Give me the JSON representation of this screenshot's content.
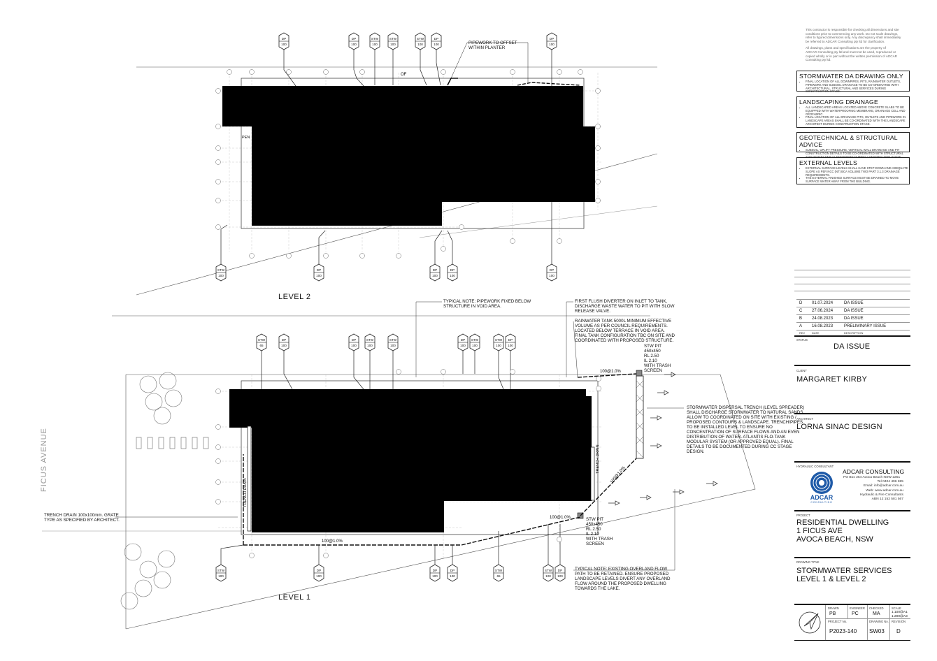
{
  "disclaimer": [
    "This contractor is responsible for checking all dimensions and site",
    "conditions prior to commencing any work. Do not scale drawings,",
    "refer to figured dimensions only. Any discrepancy shall immediately",
    "be referred to ADCAR Consulting pty ltd for clarification.",
    "All drawings, plans and specifications are the property of",
    "ADCAR Consulting pty ltd and must not be used, reproduced or",
    "copied wholly or in part without the written permission of ADCAR",
    "Consulting pty ltd."
  ],
  "notes_boxes": [
    {
      "title": "STORMWATER DA DRAWING ONLY",
      "items": [
        "FINAL LOCATION OF ALL DOWNPIPES, PITS, RAINWATER OUTLETS, PIPEWORK AND SUBSOIL DRAINAGE TO BE CO-ORDINATED WITH ARCHITECTURAL, STRUCTURAL AND SERVICES DURING CONSTRUCTION STAGE."
      ]
    },
    {
      "title": "LANDSCAPING DRAINAGE",
      "items": [
        "ALL LANDSCAPED AREAS LOCATED ABOVE CONCRETE SLABS TO BE EQUIPPED WITH WATERPROOFING MEMBRANE, DRAINAGE CELL AND GEOFABRIC.",
        "FINAL LOCATION OF ALL DRAINAGE PITS, OUTLETS AND PIPEWORK IN LANDSCAPE AREAS SHALL BE CO-ORDINATED WITH THE LANDSCAPE ARCHITECT DURING CONSTRUCTION STAGE."
      ]
    },
    {
      "title": "GEOTECHNICAL & STRUCTURAL ADVICE",
      "items": [
        "SUBSOIL, UPLIFT PRESSURE, VERTICAL WALL DRAINAGE AND PIT CONSTRUCTION DETAILS TO BE CO-ORDINATED WITH STRUCTURAL AND GEOTECHNICAL ENGINEERS DURING CONSTRUCTION STAGE."
      ]
    },
    {
      "title": "EXTERNAL LEVELS",
      "items": [
        "EXTERNAL SURFACE LEVELS SHALL HAVE STEP DOWN AND ADEQUATE SLOPE AS PER NCC (NT) BCA VOLUME TWO PART 3.1.3 DRAINAGE REQUIREMENTS.",
        "THE EXTERNAL FINISHED SURFACE MUST BE DRAINED TO MOVE SURFACE WATER AWAY FROM THE BUILDING."
      ]
    }
  ],
  "revisions": {
    "headers": {
      "rev": "REV",
      "date": "DATE",
      "desc": "DESCRIPTION"
    },
    "rows": [
      {
        "rev": "D",
        "date": "01.07.2024",
        "desc": "DA ISSUE"
      },
      {
        "rev": "C",
        "date": "27.06.2024",
        "desc": "DA ISSUE"
      },
      {
        "rev": "B",
        "date": "24.08.2023",
        "desc": "DA ISSUE"
      },
      {
        "rev": "A",
        "date": "16.08.2023",
        "desc": "PRELIMINARY ISSUE"
      }
    ]
  },
  "status": {
    "label": "STATUS",
    "value": "DA ISSUE"
  },
  "client": {
    "label": "CLIENT",
    "value": "MARGARET KIRBY"
  },
  "architect": {
    "label": "ARCHITECT",
    "value": "LORNA SINAC DESIGN"
  },
  "consultant": {
    "label": "HYDRAULIC CONSULTANT",
    "name": "ADCAR CONSULTING",
    "logo_text": "ADCAR",
    "logo_sub": "CONSULTING",
    "lines": [
      "PO Box 254 Avoca Beach NSW 2251",
      "Tel 0404 496 695",
      "Email: info@adcar.com.au",
      "Web: www.adcar.com.au",
      "Hydraulic & Fire Consultants",
      "ABN 12 152 581 567"
    ],
    "color": "#1e5aa8"
  },
  "project": {
    "label": "PROJECT",
    "lines": [
      "RESIDENTIAL DWELLING",
      "1 FICUS AVE",
      "AVOCA BEACH, NSW"
    ]
  },
  "drawing_title": {
    "label": "DRAWING TITLE",
    "lines": [
      "STORMWATER SERVICES",
      "LEVEL 1 & LEVEL 2"
    ]
  },
  "signoff": {
    "drawn_label": "DRAWN",
    "drawn": "PB",
    "engineer_label": "ENGINEER",
    "engineer": "PC",
    "checked_label": "CHECKED",
    "checked": "MA",
    "scale_label": "SCALE",
    "scale1": "1:100@A1",
    "scale2": "1:200@A3",
    "project_no_label": "PROJECT No.",
    "project_no": "P2023-140",
    "drawing_no_label": "DRAWING No.",
    "drawing_no": "SW03",
    "revision_label": "REVISION",
    "revision": "D"
  },
  "plan": {
    "level2_title": "LEVEL 2",
    "level1_title": "LEVEL 1",
    "street": "FICUS AVENUE",
    "note_pipework_offset": [
      "PIPEWORK TO OFFSET",
      "WITHIN PLANTER"
    ],
    "note_typical_pipework": [
      "TYPICAL NOTE: PIPEWORK FIXED BELOW",
      "STRUCTURE IN VOID AREA."
    ],
    "note_first_flush": [
      "FIRST FLUSH DIVERTER ON INLET TO TANK,",
      "DISCHARGE WASTE WATER TO PIT WITH SLOW",
      "RELEASE VALVE."
    ],
    "note_tank": [
      "RAINWATER TANK 5000L MINIMUM EFFECTIVE",
      "VOLUME AS PER COUNCIL REQUIREMENTS.",
      "LOCATED BELOW TERRACE IN VOID AREA.",
      "FINAL TANK CONFIGURATION TBC ON SITE AND",
      "COORDINATED WITH PROPOSED STRUCTURE."
    ],
    "note_pit1": [
      "STW PIT",
      "450x450",
      "RL 2.50",
      "IL 2.10",
      "WITH TRASH",
      "SCREEN"
    ],
    "note_pit2": [
      "STW PIT",
      "450x450",
      "RL 2.50",
      "IL 2.10",
      "WITH TRASH",
      "SCREEN"
    ],
    "note_dispersal": [
      "STORMWATER DISPERSAL TRENCH (LEVEL SPREADER)",
      "SHALL DISCHARGE STORMWATER TO NATURAL SANDS",
      "ALLOW TO COORDINATED ON SITE WITH EXISTING /",
      "PROPOSED CONTOURS & LANDSCAPE. TRENCH/PIPES",
      "TO BE INSTALLED LEVEL TO ENSURE NO",
      "CONCENTRATION OF SURFACE FLOWS AND AN EVEN",
      "DISTRIBUTION OF WATER. ATLANTIS FLO-TANK",
      "MODULAR SYSTEM (OR APPROVED EQUAL). FINAL",
      "DETAILS TO BE DOCUMENTED DURING CC STAGE",
      "DESIGN."
    ],
    "note_trench_drain": [
      "TRENCH DRAIN 100x100mm. GRATE",
      "TYPE AS SPECIFIED BY ARCHITECT."
    ],
    "note_overland": [
      "TYPICAL NOTE: EXISTING OVERLAND FLOW",
      "PATH TO BE RETAINED. ENSURE PROPOSED",
      "LANDSCAPE LEVELS DIVERT ANY OVERLAND",
      "FLOW AROUND THE PROPOSED DWELLING",
      "TOWARDS THE LAKE."
    ],
    "pipe_label_1": "100@1.0%",
    "pipe_label_2": "100@1.0%",
    "pipe_label_3": "100@1.0%",
    "pipe_label_4": "100@1.0%",
    "trench_label": "TRENCH DRAIN",
    "trench_label_2": "TRENCH DRAIN",
    "tag_100": "100",
    "tag_65": "65",
    "tag_dp": "DP",
    "tag_stw": "STW",
    "tag_of": "OF",
    "tag_pen": "PEN"
  }
}
